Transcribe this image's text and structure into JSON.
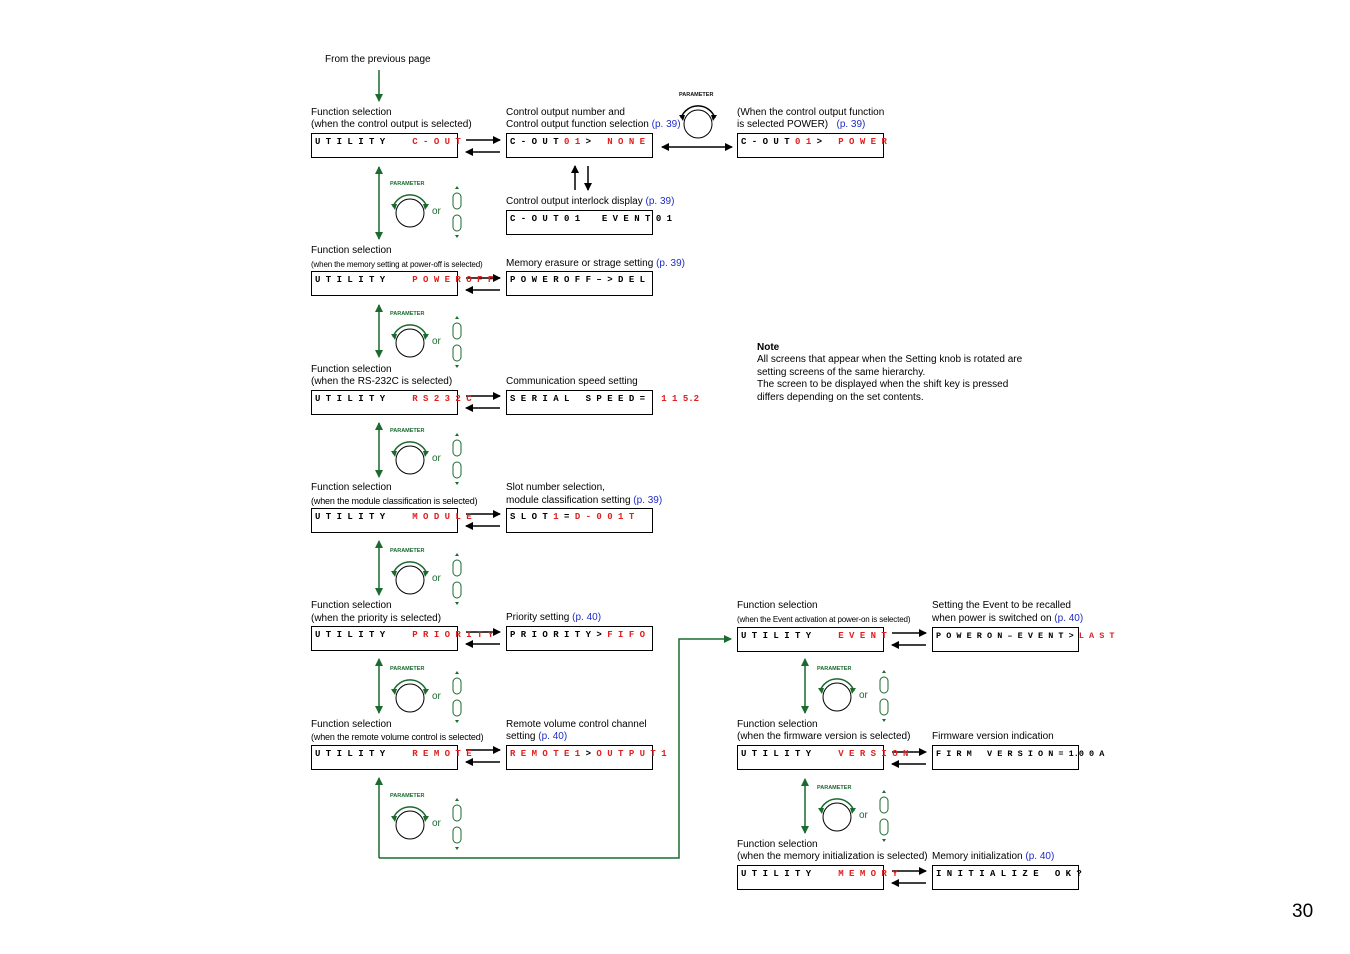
{
  "page_number": "30",
  "from_prev": "From the previous page",
  "note": {
    "title": "Note",
    "lines": [
      "All screens that appear when the Setting knob is rotated are",
      "setting screens of the same hierarchy.",
      "The screen to be displayed when the shift key is pressed",
      "differs depending on the set contents."
    ]
  },
  "dial_label": "PARAMETER",
  "or_label": "or",
  "labels": {
    "c_out_fs1": "Function selection",
    "c_out_fs2": "(when the control output is selected)",
    "ctrl_num1": "Control output number and",
    "ctrl_num2": "Control output function selection",
    "ctrl_num_ref": "(p. 39)",
    "power1": "(When the control output function",
    "power2": " is selected POWER)",
    "power_ref": "(p. 39)",
    "interlock": "Control output interlock display",
    "interlock_ref": "(p. 39)",
    "poweroff_fs1": "Function selection",
    "poweroff_fs2": "(when the memory setting at power-off is selected)",
    "erasure": "Memory erasure or strage setting",
    "erasure_ref": "(p. 39)",
    "rs_fs1": "Function selection",
    "rs_fs2": "(when the RS-232C is selected)",
    "comm": "Communication speed setting",
    "mod_fs1": "Function selection",
    "mod_fs2": "(when the module classification is selected)",
    "slot1": "Slot number selection,",
    "slot2": "module classification setting",
    "slot_ref": "(p. 39)",
    "pri_fs1": "Function selection",
    "pri_fs2": "(when the priority is selected)",
    "pri_set": "Priority setting",
    "pri_ref": "(p. 40)",
    "rem_fs1": "Function selection",
    "rem_fs2": "(when the remote volume control is selected)",
    "rem_set1": "Remote volume control channel",
    "rem_set2": "setting",
    "rem_ref": "(p. 40)",
    "ev_fs1": "Function selection",
    "ev_fs2": "(when the Event activation at power-on is selected)",
    "ev_set1": "Setting the Event to be recalled",
    "ev_set2": "when power is switched on",
    "ev_ref": "(p. 40)",
    "ver_fs1": "Function selection",
    "ver_fs2": "(when the firmware version is selected)",
    "ver_set": "Firmware version indication",
    "mem_fs1": "Function selection",
    "mem_fs2": "(when the memory initialization is selected)",
    "mem_set": "Memory initialization",
    "mem_ref": "(p. 40)"
  },
  "lcd": {
    "cout_a": "U T I L I T Y     ",
    "cout_b": "C - O U T",
    "ctrl_a": "C - O U T",
    "ctrl_b": "0 1",
    "ctrl_c": " >   ",
    "ctrl_d": "N O N E",
    "power_a": "C - O U T",
    "power_b": "0 1",
    "power_c": " >   ",
    "power_d": "P O W E R",
    "interlock": "C - O U T 0 1    E V E N T 0 1",
    "poweroff_a": "U T I L I T Y     ",
    "poweroff_b": "P O W E R O F F",
    "erasure": "P O W E R O F F – > D E L",
    "rs_a": "U T I L I T Y     ",
    "rs_b": "R S 2 3 2 C",
    "serial_a": "S E R I A L   S P E E D =   ",
    "serial_b": "1 1 5.2",
    "mod_a": "U T I L I T Y     ",
    "mod_b": "M O D U L E",
    "slot_a": "S L O T ",
    "slot_b": "1",
    "slot_c": " = ",
    "slot_d": "D - 0 0 1 T",
    "pri_a": "U T I L I T Y     ",
    "pri_b": "P R I O R I T Y",
    "prio_a": "P R I O R I T Y > ",
    "prio_b": "F I F O",
    "rem_a": "U T I L I T Y     ",
    "rem_b": "R E M O T E",
    "remote_a": "R E M O T E 1",
    "remote_b": " > ",
    "remote_c": "O U T P U T 1",
    "ev_a": "U T I L I T Y     ",
    "ev_b": "E V E N T",
    "poweron_a": "P O W E R O N – E V E N T > ",
    "poweron_b": "L A S T",
    "ver_a": "U T I L I T Y     ",
    "ver_b": "V E R S I O N",
    "firm": "F I R M   V E R S I O N = 1.0 0 A",
    "mem_a": "U T I L I T Y     ",
    "mem_b": "M E M O R Y",
    "init": "I N I T I A L I Z E   O K ?"
  },
  "colors": {
    "green": "#1a6b2e",
    "red": "#e02020",
    "blue": "#1f2bc8"
  }
}
